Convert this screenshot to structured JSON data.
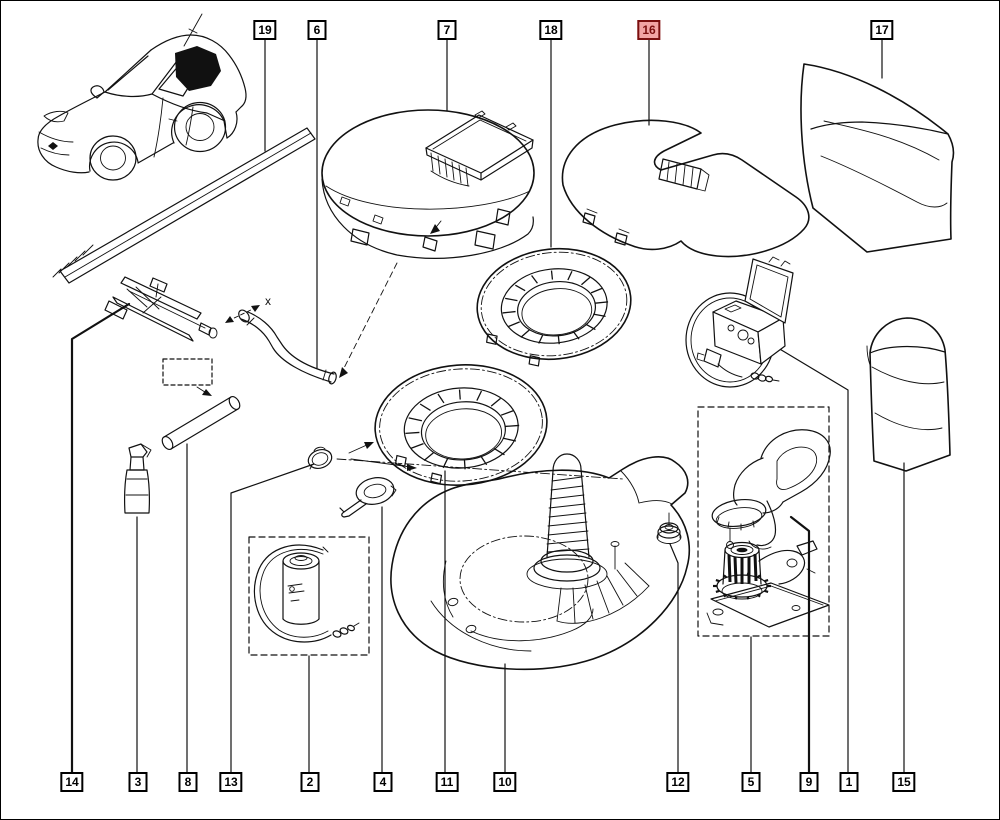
{
  "page": {
    "background": "#ffffff",
    "frame_color": "#000000",
    "line_color": "#111111"
  },
  "diagram": {
    "type": "vehicle-parts-exploded-diagram",
    "vehicle_illustration": "hatchback-car-front-three-quarter-view",
    "highlight_bg": "#f2a5a5",
    "highlight_border": "#7a1010",
    "highlight_text": "#7a0f0f"
  },
  "annotations": {
    "dimension_label": "x"
  },
  "callouts": {
    "top": [
      {
        "label": "19",
        "highlighted": false
      },
      {
        "label": "6",
        "highlighted": false
      },
      {
        "label": "7",
        "highlighted": false
      },
      {
        "label": "18",
        "highlighted": false
      },
      {
        "label": "16",
        "highlighted": true
      },
      {
        "label": "17",
        "highlighted": false
      }
    ],
    "bottom": [
      {
        "label": "14",
        "highlighted": false
      },
      {
        "label": "3",
        "highlighted": false
      },
      {
        "label": "8",
        "highlighted": false
      },
      {
        "label": "13",
        "highlighted": false
      },
      {
        "label": "2",
        "highlighted": false
      },
      {
        "label": "4",
        "highlighted": false
      },
      {
        "label": "11",
        "highlighted": false
      },
      {
        "label": "10",
        "highlighted": false
      },
      {
        "label": "12",
        "highlighted": false
      },
      {
        "label": "5",
        "highlighted": false
      },
      {
        "label": "9",
        "highlighted": false
      },
      {
        "label": "1",
        "highlighted": false
      },
      {
        "label": "15",
        "highlighted": false
      }
    ]
  },
  "parts": [
    {
      "ref": "1",
      "name": "tire-inflator-compressor-case"
    },
    {
      "ref": "2",
      "name": "sealant-canister-with-hose-kit"
    },
    {
      "ref": "3",
      "name": "sealant-bottle"
    },
    {
      "ref": "4",
      "name": "towing-eye-hook"
    },
    {
      "ref": "5",
      "name": "compressor-pump-unit"
    },
    {
      "ref": "6",
      "name": "bent-wheel-brace-handle"
    },
    {
      "ref": "7",
      "name": "luggage-stowage-tray"
    },
    {
      "ref": "8",
      "name": "roller-tube"
    },
    {
      "ref": "9",
      "name": "jack-carrier-tool"
    },
    {
      "ref": "10",
      "name": "spare-wheel-cover-plate-with-screw"
    },
    {
      "ref": "11",
      "name": "foam-wheel-insert-lower"
    },
    {
      "ref": "12",
      "name": "retaining-screw"
    },
    {
      "ref": "13",
      "name": "fastener-clip"
    },
    {
      "ref": "14",
      "name": "scissor-jack"
    },
    {
      "ref": "15",
      "name": "storage-bag-small"
    },
    {
      "ref": "16",
      "name": "foam-insert-tray"
    },
    {
      "ref": "17",
      "name": "storage-bag-large"
    },
    {
      "ref": "18",
      "name": "foam-wheel-insert-upper"
    },
    {
      "ref": "19",
      "name": "sill-trim-strip"
    }
  ]
}
